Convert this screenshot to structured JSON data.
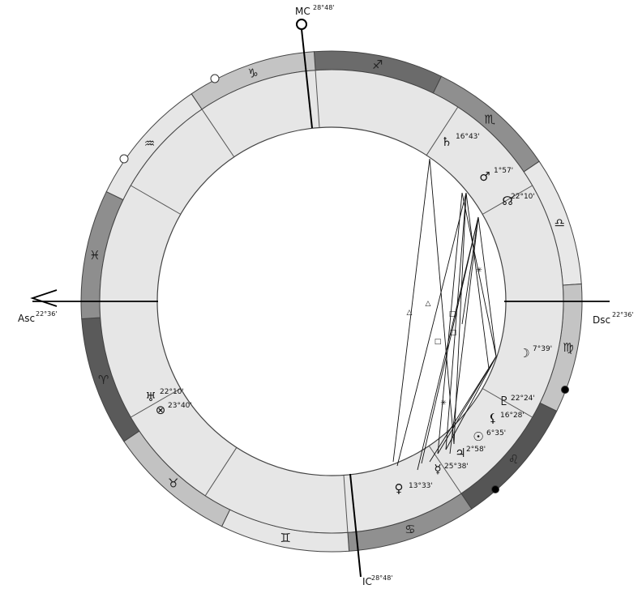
{
  "axes": {
    "asc": {
      "label": "Asc",
      "degree": "22°36'"
    },
    "dsc": {
      "label": "Dsc",
      "degree": "22°36'"
    },
    "mc": {
      "label": "MC",
      "degree": "28°48'"
    },
    "ic": {
      "label": "IC",
      "degree": "28°48'"
    }
  },
  "signs": [
    {
      "name": "sagittarius",
      "glyph": "♐",
      "shade": "#6b6b6b"
    },
    {
      "name": "scorpio",
      "glyph": "♏",
      "shade": "#8f8f8f"
    },
    {
      "name": "libra",
      "glyph": "♎",
      "shade": "#e8e8e8"
    },
    {
      "name": "virgo",
      "glyph": "♍",
      "shade": "#c4c4c4"
    },
    {
      "name": "leo",
      "glyph": "♌",
      "shade": "#555555"
    },
    {
      "name": "cancer",
      "glyph": "♋",
      "shade": "#909090"
    },
    {
      "name": "gemini",
      "glyph": "♊",
      "shade": "#e6e6e6"
    },
    {
      "name": "taurus",
      "glyph": "♉",
      "shade": "#c2c2c2"
    },
    {
      "name": "aries",
      "glyph": "♈",
      "shade": "#5a5a5a"
    },
    {
      "name": "pisces",
      "glyph": "♓",
      "shade": "#8e8e8e"
    },
    {
      "name": "aquarius",
      "glyph": "♒",
      "shade": "#e6e6e6"
    },
    {
      "name": "capricorn",
      "glyph": "♑",
      "shade": "#c4c4c4"
    }
  ],
  "planets": [
    {
      "name": "saturn",
      "glyph": "♄",
      "degree": "16°43'"
    },
    {
      "name": "mars",
      "glyph": "♂",
      "degree": "1°57'"
    },
    {
      "name": "north-node",
      "glyph": "☊",
      "degree": "22°10'"
    },
    {
      "name": "moon",
      "glyph": "☽",
      "degree": "7°39'"
    },
    {
      "name": "pluto",
      "glyph": "♇",
      "degree": "22°24'"
    },
    {
      "name": "lilith",
      "glyph": "⚸",
      "degree": "16°28'"
    },
    {
      "name": "sun",
      "glyph": "☉",
      "degree": "6°35'"
    },
    {
      "name": "jupiter",
      "glyph": "♃",
      "degree": "2°58'"
    },
    {
      "name": "mercury",
      "glyph": "☿",
      "degree": "25°38'"
    },
    {
      "name": "venus",
      "glyph": "♀",
      "degree": "13°33'"
    },
    {
      "name": "uranus",
      "glyph": "♅",
      "degree": "22°10'"
    },
    {
      "name": "fortune",
      "glyph": "⊗",
      "degree": "23°40'"
    }
  ],
  "aspect_symbols": {
    "trine": "△",
    "square": "□",
    "sextile": "✳"
  }
}
